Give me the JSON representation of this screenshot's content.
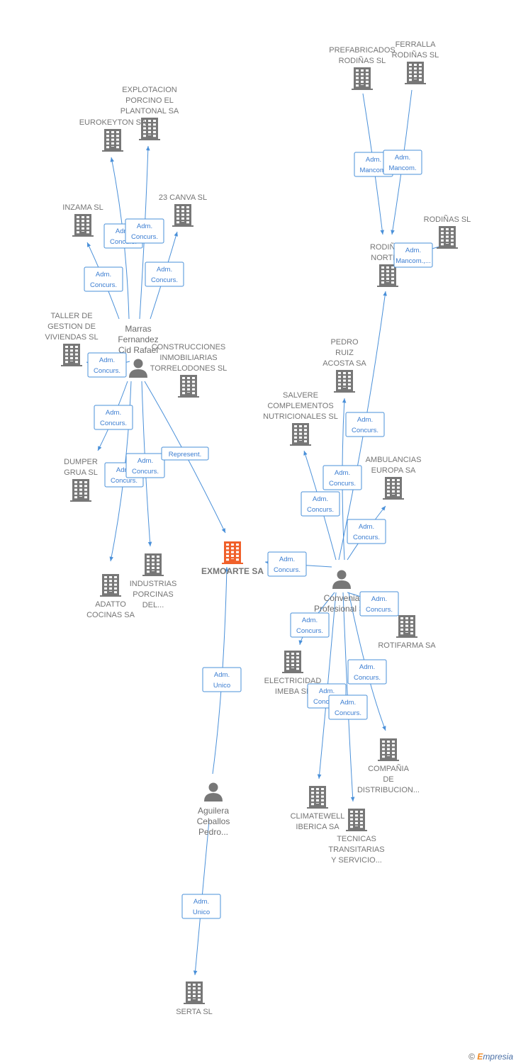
{
  "colors": {
    "building": "#777777",
    "main_building": "#f0602a",
    "edge": "#4a90d9",
    "person": "#777777"
  },
  "companies": [
    {
      "id": "exmoarte",
      "lines": [
        "EXMOARTE SA"
      ],
      "main": true
    },
    {
      "id": "prefabricados",
      "lines": [
        "PREFABRICADOS",
        "RODIÑAS SL"
      ]
    },
    {
      "id": "ferralla",
      "lines": [
        "FERRALLA",
        "RODIÑAS  SL"
      ]
    },
    {
      "id": "explotacion",
      "lines": [
        "EXPLOTACION",
        "PORCINO EL",
        "PLANTONAL SA"
      ]
    },
    {
      "id": "eurokeyton",
      "lines": [
        "EUROKEYTON SA"
      ]
    },
    {
      "id": "canva",
      "lines": [
        "23 CANVA SL"
      ]
    },
    {
      "id": "inzama",
      "lines": [
        "INZAMA SL"
      ]
    },
    {
      "id": "rodinas",
      "lines": [
        "RODIÑAS  SL"
      ]
    },
    {
      "id": "rodinas_norte",
      "lines": [
        "RODIÑAS",
        "NORTE..."
      ]
    },
    {
      "id": "taller",
      "lines": [
        "TALLER DE",
        "GESTION DE",
        "VIVIENDAS SL"
      ]
    },
    {
      "id": "construcciones",
      "lines": [
        "CONSTRUCCIONES",
        "INMOBILIARIAS",
        "TORRELODONES SL"
      ]
    },
    {
      "id": "pedro_ruiz",
      "lines": [
        "PEDRO",
        "RUIZ",
        "ACOSTA SA"
      ]
    },
    {
      "id": "salvere",
      "lines": [
        "SALVERE",
        "COMPLEMENTOS",
        "NUTRICIONALES SL"
      ]
    },
    {
      "id": "dumper",
      "lines": [
        "DUMPER",
        "GRUA SL"
      ]
    },
    {
      "id": "ambulancias",
      "lines": [
        "AMBULANCIAS",
        "EUROPA SA"
      ]
    },
    {
      "id": "industrias",
      "lines": [
        "INDUSTRIAS",
        "PORCINAS",
        "DEL..."
      ]
    },
    {
      "id": "adatto",
      "lines": [
        "ADATTO",
        "COCINAS SA"
      ]
    },
    {
      "id": "rotifarma",
      "lines": [
        "ROTIFARMA SA"
      ]
    },
    {
      "id": "electricidad",
      "lines": [
        "ELECTRICIDAD",
        "IMEBA SL"
      ]
    },
    {
      "id": "compania",
      "lines": [
        "COMPAÑIA",
        "DE",
        "DISTRIBUCION..."
      ]
    },
    {
      "id": "climatewell",
      "lines": [
        "CLIMATEWELL",
        "IBERICA SA"
      ]
    },
    {
      "id": "tecnicas",
      "lines": [
        "TECNICAS",
        "TRANSITARIAS",
        "Y SERVICIO..."
      ]
    },
    {
      "id": "serta",
      "lines": [
        "SERTA SL"
      ]
    }
  ],
  "persons": [
    {
      "id": "marras",
      "lines": [
        "Marras",
        "Fernandez",
        "Cid Rafael"
      ]
    },
    {
      "id": "convenia",
      "lines": [
        "Convenia",
        "Profesional SL"
      ]
    },
    {
      "id": "aguilera",
      "lines": [
        "Aguilera",
        "Ceballos",
        "Pedro..."
      ]
    }
  ],
  "edges": [
    {
      "from": "prefabricados",
      "to": "rodinas_norte",
      "label": [
        "Adm.",
        "Mancom."
      ]
    },
    {
      "from": "ferralla",
      "to": "rodinas_norte",
      "label": [
        "Adm.",
        "Mancom."
      ]
    },
    {
      "from": "rodinas",
      "to": "rodinas_norte",
      "label": [
        "Adm.",
        "Mancom.,..."
      ]
    },
    {
      "from": "marras",
      "to": "eurokeyton",
      "label": [
        "Adm.",
        "Concurs."
      ]
    },
    {
      "from": "marras",
      "to": "explotacion",
      "label": [
        "Adm.",
        "Concurs."
      ]
    },
    {
      "from": "marras",
      "to": "canva",
      "label": [
        "Adm.",
        "Concurs."
      ]
    },
    {
      "from": "marras",
      "to": "inzama",
      "label": [
        "Adm.",
        "Concurs."
      ]
    },
    {
      "from": "marras",
      "to": "taller",
      "label": [
        "Adm.",
        "Concurs."
      ]
    },
    {
      "from": "marras",
      "to": "dumper",
      "label": [
        "Adm.",
        "Concurs."
      ]
    },
    {
      "from": "marras",
      "to": "industrias",
      "label": [
        "Adm.",
        "Concurs."
      ]
    },
    {
      "from": "marras",
      "to": "adatto",
      "label": [
        "Adm.",
        "Concurs."
      ]
    },
    {
      "from": "marras",
      "to": "exmoarte",
      "label": [
        "Represent."
      ]
    },
    {
      "from": "convenia",
      "to": "rodinas_norte",
      "label": [
        "Adm.",
        "Concurs."
      ]
    },
    {
      "from": "convenia",
      "to": "pedro_ruiz",
      "label": [
        "Adm.",
        "Concurs."
      ]
    },
    {
      "from": "convenia",
      "to": "salvere",
      "label": [
        "Adm.",
        "Concurs."
      ]
    },
    {
      "from": "convenia",
      "to": "ambulancias",
      "label": [
        "Adm.",
        "Concurs."
      ]
    },
    {
      "from": "convenia",
      "to": "exmoarte",
      "label": [
        "Adm.",
        "Concurs."
      ]
    },
    {
      "from": "convenia",
      "to": "rotifarma",
      "label": [
        "Adm.",
        "Concurs."
      ]
    },
    {
      "from": "convenia",
      "to": "electricidad",
      "label": [
        "Adm.",
        "Concurs."
      ]
    },
    {
      "from": "convenia",
      "to": "compania",
      "label": [
        "Adm.",
        "Concurs."
      ]
    },
    {
      "from": "convenia",
      "to": "climatewell",
      "label": [
        "Adm.",
        "Concurs."
      ]
    },
    {
      "from": "convenia",
      "to": "tecnicas",
      "label": [
        "Adm.",
        "Concurs."
      ]
    },
    {
      "from": "aguilera",
      "to": "exmoarte",
      "label": [
        "Adm.",
        "Unico"
      ]
    },
    {
      "from": "aguilera",
      "to": "serta",
      "label": [
        "Adm.",
        "Unico"
      ]
    }
  ],
  "footer": {
    "copyright": "©",
    "brand_e": "E",
    "brand_rest": "mpresia"
  }
}
